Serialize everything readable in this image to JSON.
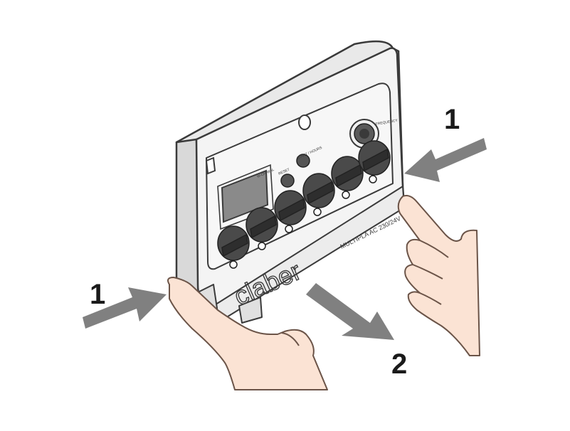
{
  "steps": {
    "right_arrow_label": "1",
    "left_arrow_label": "1",
    "down_arrow_label": "2"
  },
  "device": {
    "brand": "claber",
    "model": "MULTIPLA AC 230/24V LCD",
    "button_labels": [
      "W-ON/WAL",
      "RESET",
      "START / HOURS"
    ],
    "frequency_label": "FREQUENCY"
  },
  "icons": {
    "push_arrow": "push-arrow-icon",
    "pull_arrow": "pull-arrow-icon"
  },
  "colors": {
    "arrow": "#808080",
    "device_body": "#f2f2f2",
    "device_outline": "#3a3a3a",
    "dial": "#4a4a4a",
    "lcd": "#8a8a8a",
    "skin": "#fbe3d4",
    "skin_line": "#6b5448"
  }
}
